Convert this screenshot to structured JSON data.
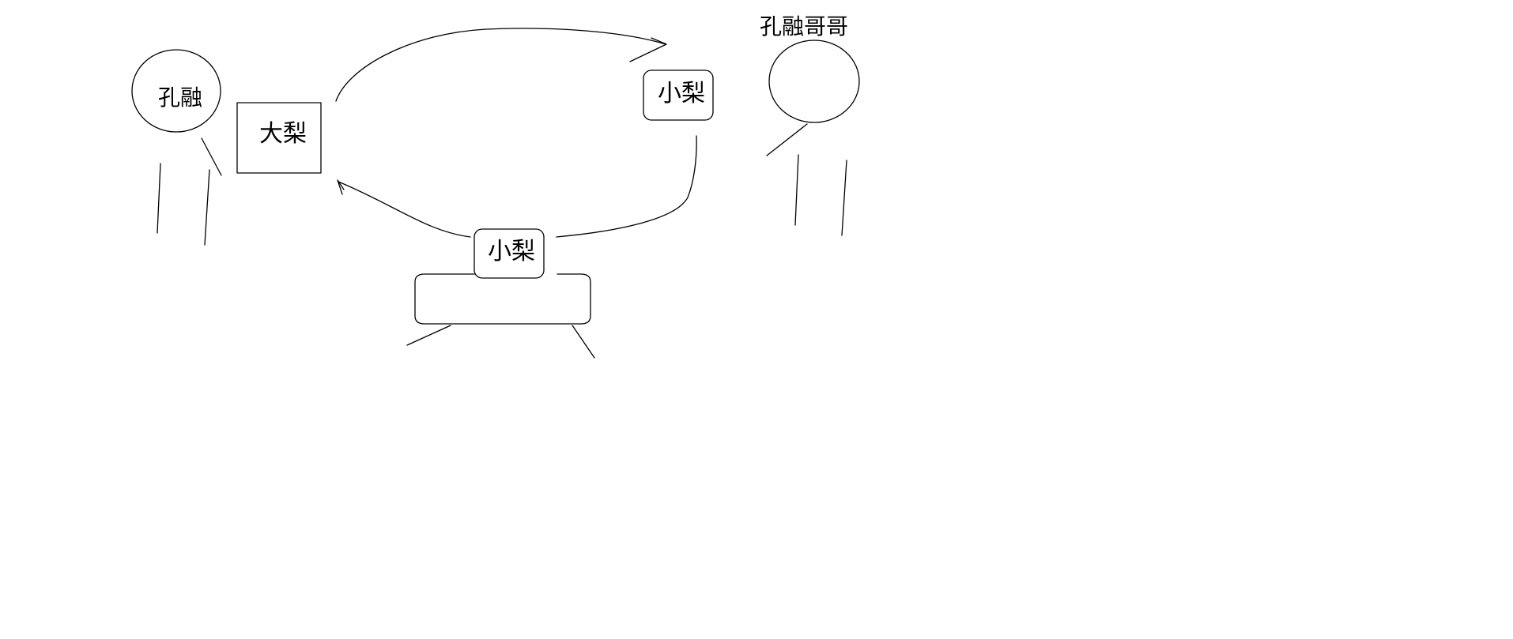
{
  "labels": {
    "kongrong": "孔融",
    "big_pear": "大梨",
    "small_pear_top": "小梨",
    "small_pear_bottom": "小梨",
    "kongrong_brother": "孔融哥哥"
  }
}
